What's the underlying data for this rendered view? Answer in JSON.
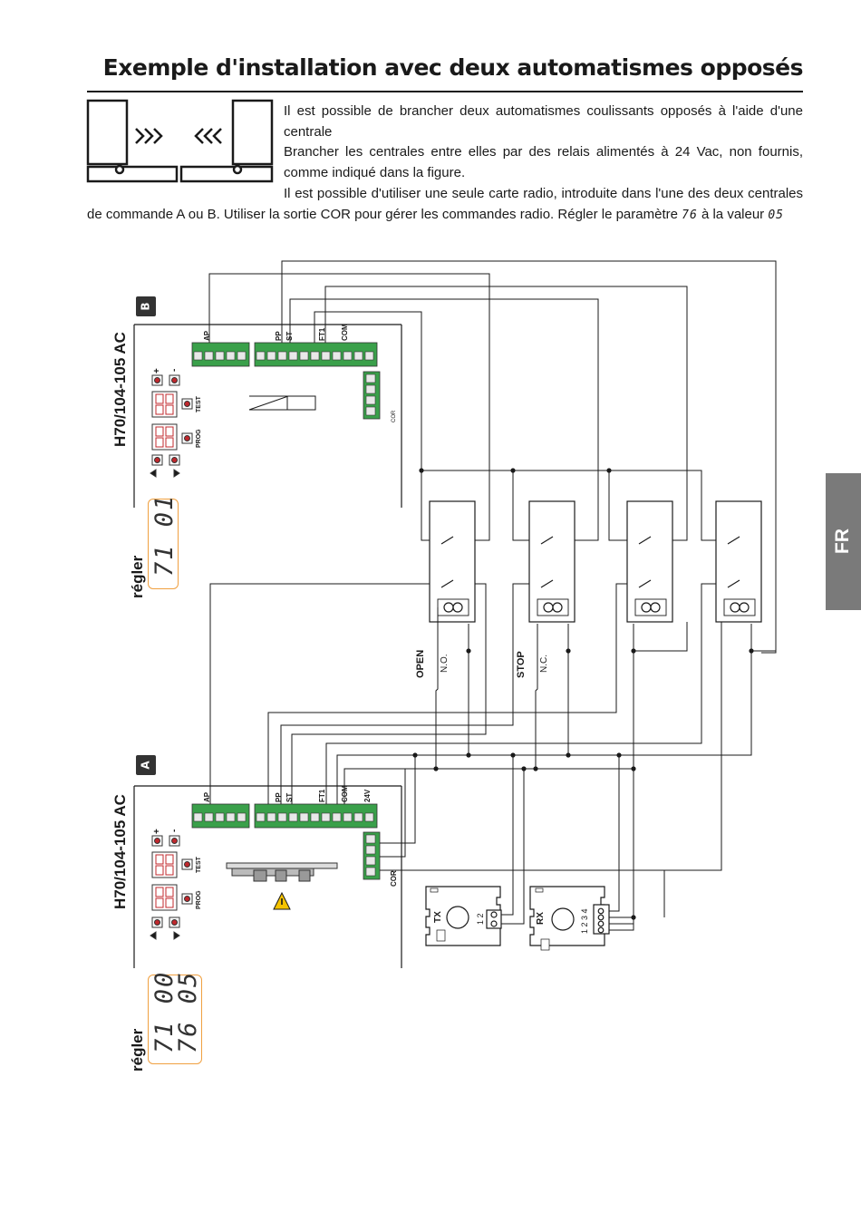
{
  "page": {
    "title": "Exemple d'installation avec deux automatismes opposés",
    "paragraph1": "Il est possible de brancher deux automatismes coulissants opposés à l'aide d'une centrale",
    "paragraph2": "Brancher les centrales entre elles par des relais alimentés à 24 Vac, non fournis, comme indiqué dans la figure.",
    "paragraph3_a": "Il est possible d'utiliser une seule carte radio, introduite dans l'une des deux centrales de commande A ou B. Utiliser la sortie COR pour gérer les commandes radio. Régler le paramètre ",
    "param_code": "76",
    "paragraph3_b": " à la valeur ",
    "param_value": "05",
    "side_tab": "FR"
  },
  "diagram": {
    "board_b": {
      "badge": "B",
      "model": "H70/104-105 AC",
      "set_label": "régler",
      "display": "71 01"
    },
    "board_a": {
      "badge": "A",
      "model": "H70/104-105 AC",
      "set_label": "régler",
      "display_line1": "71 00",
      "display_line2": "76 05"
    },
    "terminal_labels": {
      "ap": "AP",
      "pp": "PP",
      "st": "ST",
      "ft1": "FT1",
      "com": "COM",
      "v24": "24V",
      "cor": "COR"
    },
    "buttons": {
      "plus": "+",
      "minus": "-",
      "test": "TEST",
      "prog": "PROG"
    },
    "switches": [
      {
        "name": "OPEN",
        "type": "N.O."
      },
      {
        "name": "STOP",
        "type": "N.C."
      }
    ],
    "tx": {
      "label": "TX",
      "pins": "1 2"
    },
    "rx": {
      "label": "RX",
      "pins": "1 2 3 4"
    }
  }
}
